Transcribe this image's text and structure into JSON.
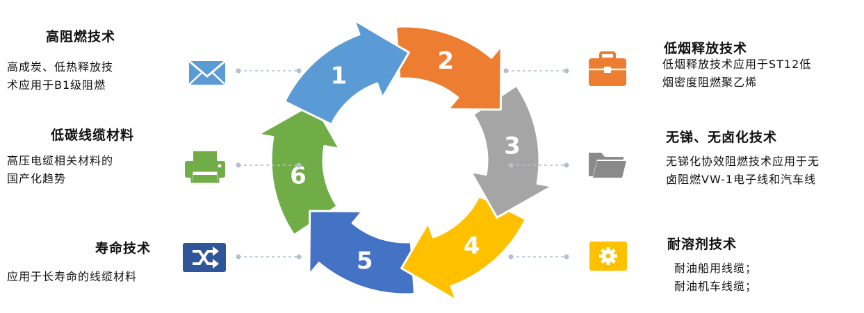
{
  "steps": [
    {
      "number": "1",
      "title": "高阻燃技术",
      "desc": [
        "高成炭、低热释放技",
        "术应用于B1级阻燃"
      ],
      "color": "#5B9BD5",
      "icon": "envelope-icon"
    },
    {
      "number": "2",
      "title": "低烟释放技术",
      "desc": [
        "低烟释放技术应用于ST12低",
        "烟密度阻燃聚乙烯"
      ],
      "color": "#ED7D31",
      "icon": "briefcase-icon"
    },
    {
      "number": "3",
      "title": "无锑、无卤化技术",
      "desc": [
        "无锑化协效阻燃技术应用于无",
        "卤阻燃VW-1电子线和汽车线"
      ],
      "color": "#A5A5A5",
      "icon": "folder-icon"
    },
    {
      "number": "4",
      "title": "耐溶剂技术",
      "desc": [
        "耐油船用线缆；",
        "耐油机车线缆；"
      ],
      "color": "#FFC000",
      "icon": "gear-icon"
    },
    {
      "number": "5",
      "title": "寿命技术",
      "desc": [
        "应用于长寿命的线缆材料"
      ],
      "color": "#4472C4",
      "icon": "shuffle-icon"
    },
    {
      "number": "6",
      "title": "低碳线缆材料",
      "desc": [
        "高压电缆相关材料的",
        "国产化趋势"
      ],
      "color": "#70AD47",
      "icon": "printer-icon"
    }
  ]
}
